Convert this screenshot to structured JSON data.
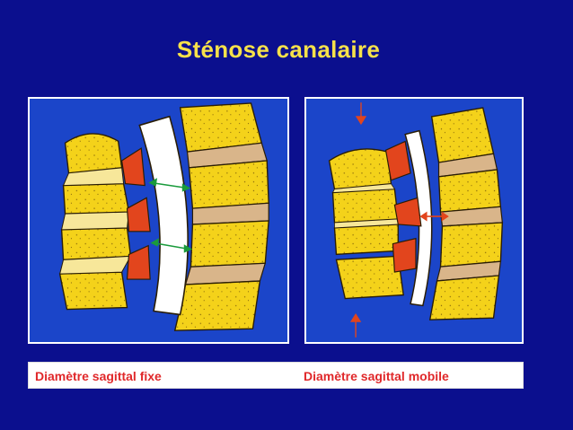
{
  "slide": {
    "title": "Sténose canalaire",
    "captions": {
      "left": "Diamètre sagittal fixe",
      "right": "Diamètre sagittal mobile"
    }
  },
  "colors": {
    "background": "#0b0f8e",
    "panel": "#1b45c9",
    "title": "#f6e14a",
    "caption_text": "#e0282a",
    "bone": "#f4d21a",
    "disc": "#d9b58a",
    "ligament": "#e2451d",
    "canal": "#ffffff",
    "arrow_fixed": "#1a9b3c",
    "arrow_mobile": "#e0282a"
  },
  "figures": [
    {
      "name": "fixed-sagittal-diameter-diagram",
      "icons": [
        "vertebra",
        "disc",
        "spinal-canal",
        "ligamentum-flavum",
        "measure-arrow"
      ]
    },
    {
      "name": "mobile-sagittal-diameter-diagram",
      "icons": [
        "vertebra",
        "disc",
        "spinal-canal",
        "ligamentum-flavum",
        "compression-arrow"
      ]
    }
  ]
}
